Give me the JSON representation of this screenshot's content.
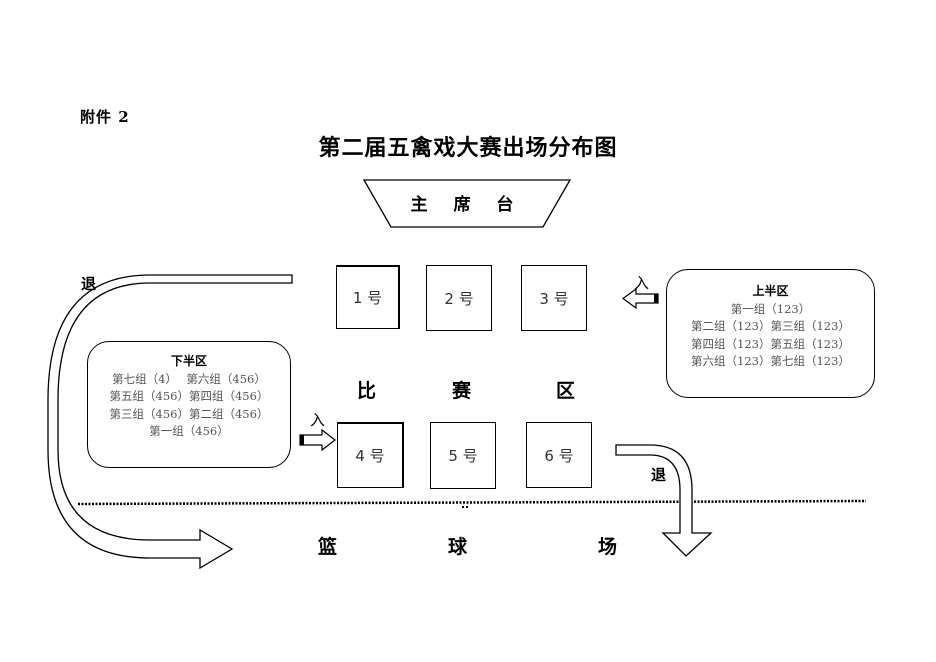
{
  "header": {
    "attachment_label": "附件 2",
    "title": "第二届五禽戏大赛出场分布图"
  },
  "stage": {
    "label": "主 席 台"
  },
  "courts": [
    {
      "id": 1,
      "label": "1 号"
    },
    {
      "id": 2,
      "label": "2 号"
    },
    {
      "id": 3,
      "label": "3 号"
    },
    {
      "id": 4,
      "label": "4 号"
    },
    {
      "id": 5,
      "label": "5 号"
    },
    {
      "id": 6,
      "label": "6 号"
    }
  ],
  "competition_area": {
    "chars": [
      "比",
      "赛",
      "区"
    ]
  },
  "basketball_court": {
    "chars": [
      "篮",
      "球",
      "场"
    ]
  },
  "upper_zone": {
    "title": "上半区",
    "lines": [
      "第一组（123）",
      "第二组（123）第三组（123）",
      "第四组（123）第五组（123）",
      "第六组（123）第七组（123）"
    ]
  },
  "lower_zone": {
    "title": "下半区",
    "lines": [
      "第七组（4）　 第六组（456）",
      "第五组（456）第四组（456）",
      "第三组（456）第二组（456）",
      "第一组（456）"
    ]
  },
  "arrows": {
    "enter_label": "入",
    "exit_label": "退"
  }
}
